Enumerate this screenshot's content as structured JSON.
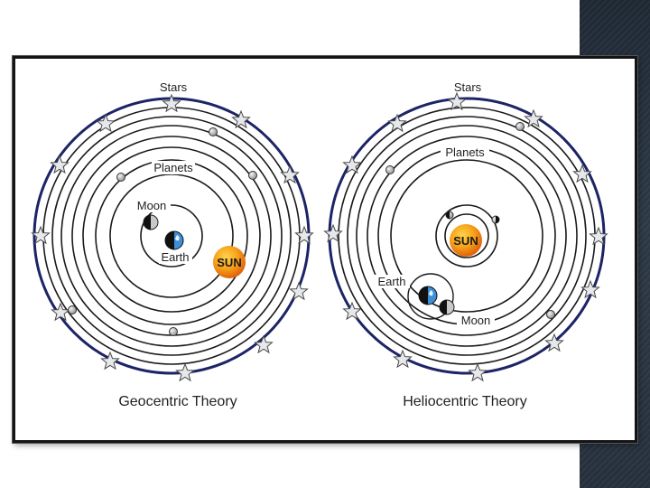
{
  "geocentric": {
    "stars_label": "Stars",
    "planets_label": "Planets",
    "moon_label": "Moon",
    "earth_label": "Earth",
    "sun_label": "SUN",
    "title": "Geocentric Theory"
  },
  "heliocentric": {
    "stars_label": "Stars",
    "planets_label": "Planets",
    "moon_label": "Moon",
    "earth_label": "Earth",
    "sun_label": "SUN",
    "title": "Heliocentric Theory"
  },
  "colors": {
    "outer_ring": "#1d2466",
    "orbit": "#1a1a1a",
    "sun": "#f28a00",
    "earth_ocean": "#3d8fd6",
    "star_fill": "#e6e8ec",
    "side_panel": "#27323e"
  }
}
